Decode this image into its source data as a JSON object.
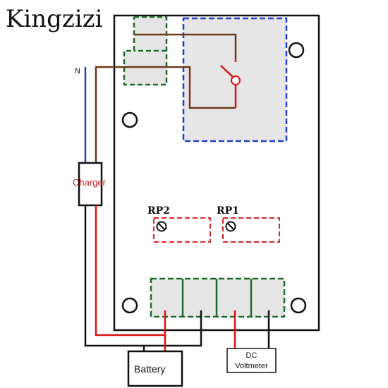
{
  "brand": "Kingzizi",
  "labels": {
    "neutral": "N",
    "charger": "Charger",
    "rp2": "RP2",
    "rp1": "RP1",
    "battery": "Battery",
    "dc_line1": "DC",
    "dc_line2": "Voltmeter"
  },
  "colors": {
    "board_fill": "#ffffff",
    "board_stroke": "#111111",
    "relay_fill": "#e6e6e6",
    "relay_border": "#1f3fcc",
    "terminal_fill": "#e6e6e6",
    "terminal_border": "#1d6b2a",
    "pot_border": "#dd2222",
    "wire_brown": "#6b3a1e",
    "wire_blue": "#1f3fcc",
    "wire_red": "#dd1111",
    "wire_black": "#111111"
  }
}
